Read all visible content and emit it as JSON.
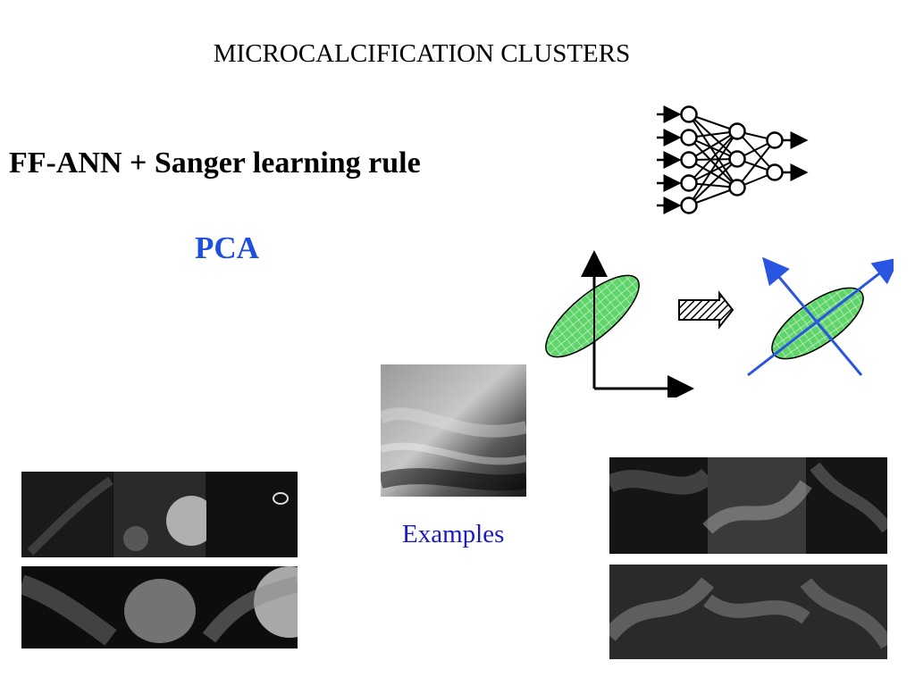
{
  "slide": {
    "title": "MICROCALCIFICATION CLUSTERS",
    "subtitle": "FF-ANN + Sanger learning rule",
    "pca_label": "PCA",
    "examples_label": "Examples"
  },
  "colors": {
    "title_text": "#000000",
    "accent_blue": "#1f4fe0",
    "examples_blue": "#1a1ac8",
    "ellipse_green": "#5fd46a",
    "axis_blue": "#2a55e0"
  },
  "icons": {
    "network": "neural-network-icon",
    "arrow": "hatched-arrow-icon"
  }
}
